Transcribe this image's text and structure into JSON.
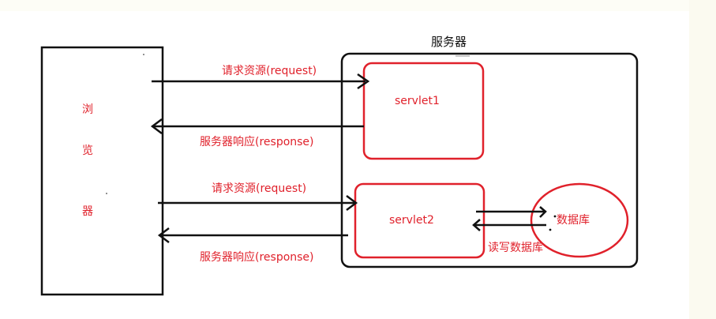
{
  "diagram": {
    "browser": {
      "chars": [
        "浏",
        "览",
        "器"
      ]
    },
    "server_title": "服务器",
    "servlet1": "servlet1",
    "servlet2": "servlet2",
    "database": "数据库",
    "request_label_1": "请求资源(request)",
    "response_label_1": "服务器响应(response)",
    "request_label_2": "请求资源(request)",
    "response_label_2": "服务器响应(response)",
    "db_rw_label": "读写数据库"
  },
  "colors": {
    "red": "#e0212b",
    "black": "#111111"
  }
}
